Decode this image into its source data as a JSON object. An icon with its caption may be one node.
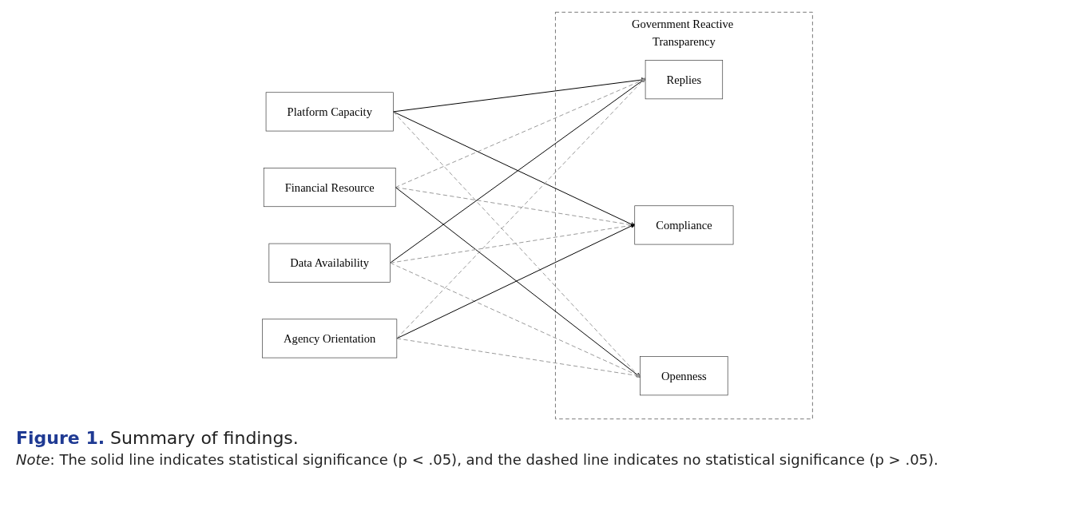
{
  "diagram": {
    "caption": "**Figure 1.** Summary of findings.",
    "nodes": [
      {
        "text": [
          "Platform Capacity"
        ]
      },
      {
        "text": [
          "Financial Resource"
        ]
      },
      {
        "text": [
          "Data Availability"
        ]
      },
      {
        "text": [
          "Agency Orientation"
        ]
      },
      {
        "text": [
          "Government Reactive Transparency"
        ]
      },
      {
        "text": [
          "Replies"
        ],
        "in": 4
      },
      {
        "text": [
          "Compliance"
        ],
        "in": 4
      },
      {
        "text": [
          "Openness"
        ],
        "in": 4
      }
    ],
    "edges": [
      {
        "from": 0,
        "to": 5,
        "arrow": "to",
        "color": "#000000"
      },
      {
        "from": 0,
        "to": 6,
        "arrow": "to",
        "color": "#000000"
      },
      {
        "from": 0,
        "to": 7,
        "arrow": "to",
        "style": "dashed"
      },
      {
        "from": 1,
        "to": 5,
        "arrow": "to",
        "style": "dashed"
      },
      {
        "from": 1,
        "to": 6,
        "arrow": "to",
        "style": "dashed"
      },
      {
        "from": 1,
        "to": 7,
        "arrow": "to",
        "color": "#000000"
      },
      {
        "from": 2,
        "to": 5,
        "arrow": "to",
        "color": "#000000"
      },
      {
        "from": 2,
        "to": 6,
        "arrow": "to",
        "style": "dashed"
      },
      {
        "from": 2,
        "to": 7,
        "arrow": "to",
        "style": "dashed"
      },
      {
        "from": 3,
        "to": 5,
        "arrow": "to",
        "style": "dashed"
      },
      {
        "from": 3,
        "to": 6,
        "arrow": "to",
        "color": "#000000"
      },
      {
        "from": 3,
        "to": 7,
        "arrow": "to",
        "style": "dashed"
      }
    ],
    "labels": [
      "*Note*: The solid line indicates statistical significance (p < .05), and the dashed line indicates no statistical significance (p > .05)."
    ]
  }
}
